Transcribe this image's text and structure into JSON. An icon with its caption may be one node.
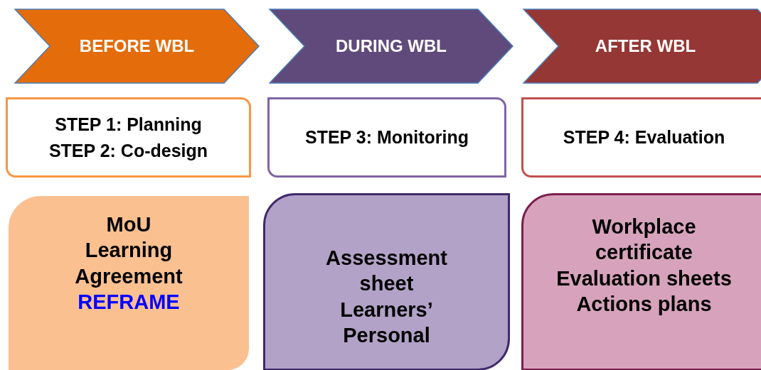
{
  "diagram": {
    "nodes": [
      {
        "text": [
          "BEFORE WBL"
        ]
      },
      {
        "text": [
          "DURING WBL"
        ]
      },
      {
        "text": [
          "AFTER WBL"
        ]
      },
      {
        "text": [
          "STEP 1: Planning",
          "STEP 2: Co-design"
        ]
      },
      {
        "text": [
          "STEP 3: Monitoring"
        ]
      },
      {
        "text": [
          "STEP 4: Evaluation"
        ]
      },
      {
        "text": [
          "MoU",
          "Learning Agreement",
          "REFRAME"
        ]
      },
      {
        "text": [
          "Assessment sheet",
          "Learners’ Personal"
        ]
      },
      {
        "text": [
          "Workplace certificate",
          "Evaluation sheets",
          "Actions plans"
        ]
      }
    ]
  }
}
